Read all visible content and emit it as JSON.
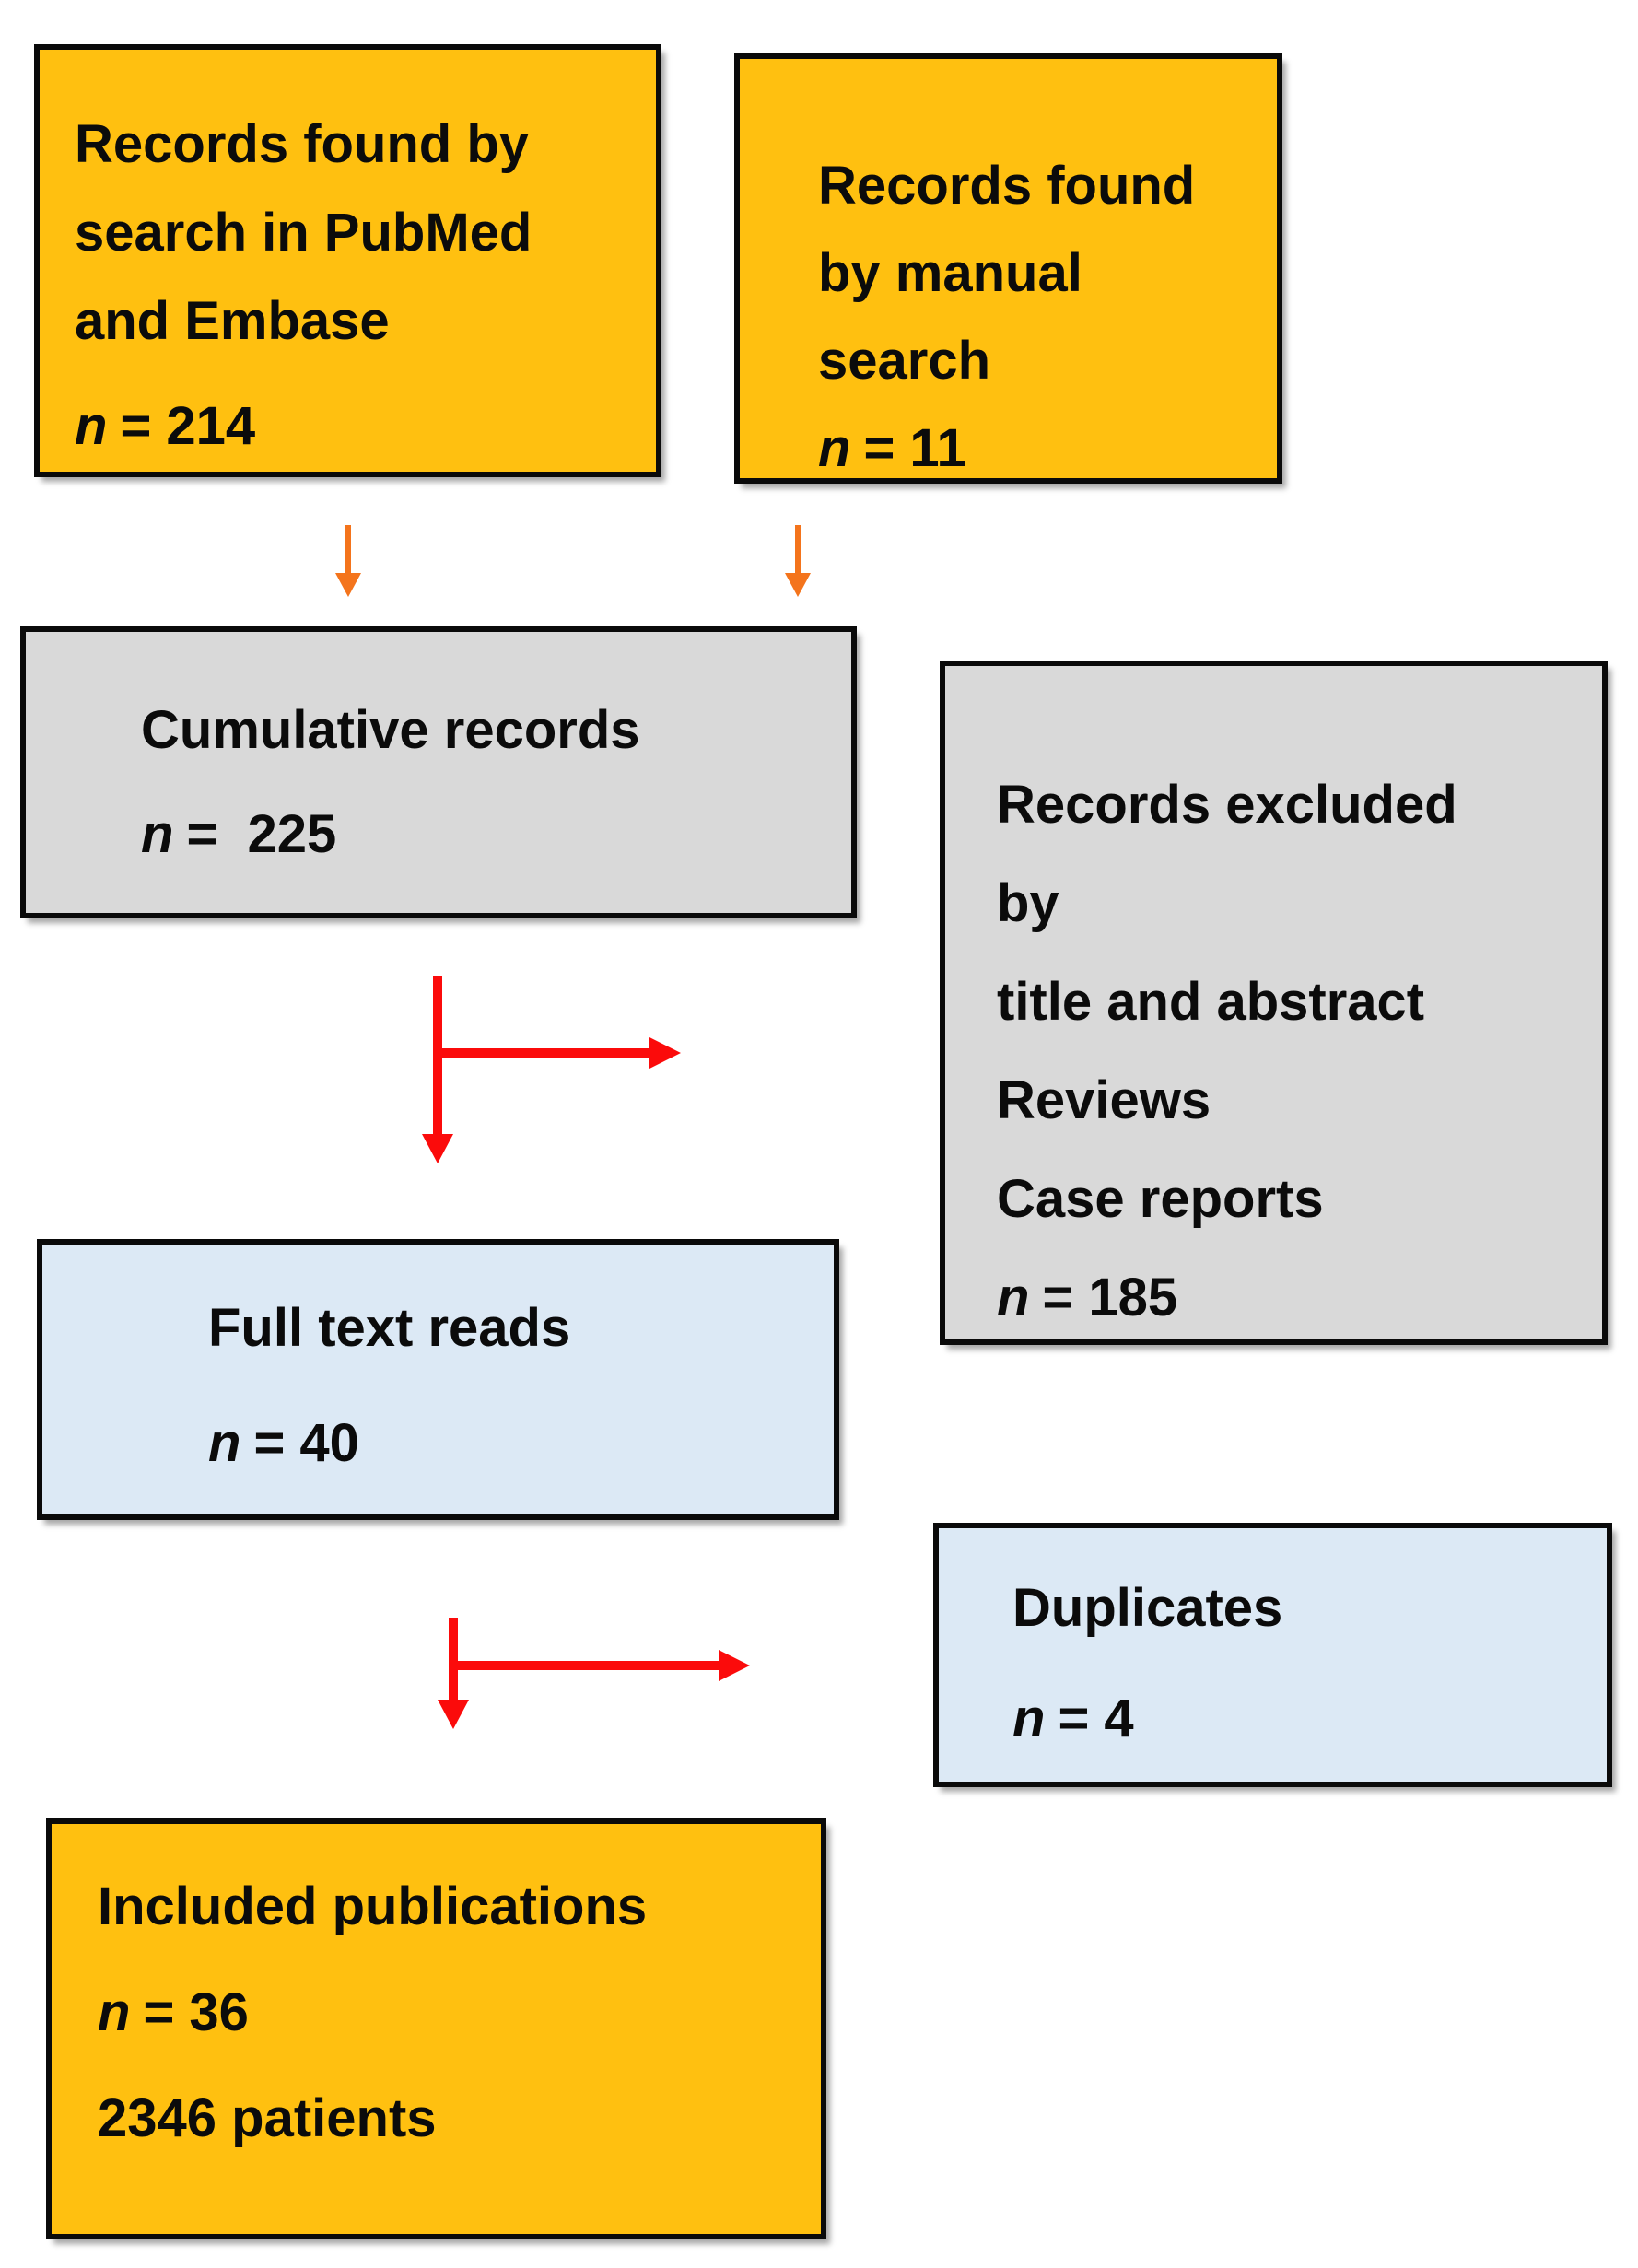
{
  "page": {
    "background": "#ffffff",
    "type": "flow-diagram",
    "title": "Literature screening flowchart"
  },
  "colors": {
    "box_orange": "#FFC010",
    "box_gray": "#D9D9D9",
    "box_blue": "#DCE9F5",
    "border_black": "#0A0A0A",
    "arrow_orange": "#F4741C",
    "arrow_red": "#FB0B0B",
    "text": "#0B0B0B"
  },
  "boxes": {
    "pubmed": {
      "lines": [
        "Records found by",
        "search in PubMed",
        "and Embase"
      ],
      "n_label": "n",
      "n_value": "= 214"
    },
    "manual": {
      "lines": [
        "Records found",
        "by manual",
        "search"
      ],
      "n_label": "n",
      "n_value": "= 11"
    },
    "cumulative": {
      "lines": [
        "Cumulative records"
      ],
      "n_label": "n",
      "n_value": "=  225"
    },
    "excluded": {
      "lines": [
        "Records excluded",
        "by",
        "title and abstract",
        "Reviews",
        "Case reports"
      ],
      "n_label": "n",
      "n_value": "= 185"
    },
    "fulltext": {
      "lines": [
        "Full text reads"
      ],
      "n_label": "n",
      "n_value": "= 40"
    },
    "duplicates": {
      "lines": [
        "Duplicates"
      ],
      "n_label": "n",
      "n_value": "= 4"
    },
    "included": {
      "lines": [
        "Included publications"
      ],
      "n_label": "n",
      "n_value": "= 36",
      "extra": "2346 patients"
    }
  },
  "icons": {
    "down_arrow_left": "orange down arrow from PubMed/Embase box to Cumulative records",
    "down_arrow_right": "orange down arrow from manual search box to Cumulative records",
    "branch_arrow_top": "red elbow arrow: down to Full text reads, right to Records excluded",
    "branch_arrow_bottom": "red elbow arrow: down to Included publications, right to Duplicates"
  }
}
